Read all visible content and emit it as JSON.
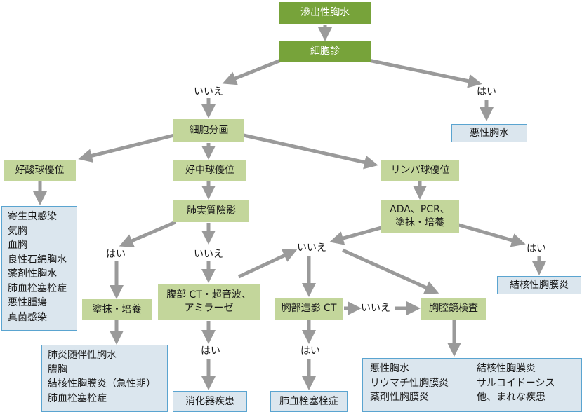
{
  "colors": {
    "dark_green": "#77a33a",
    "light_green": "#c3d69b",
    "result_fill": "#dbe6ee",
    "result_border": "#5aa4d0",
    "arrow": "#9a9a9a"
  },
  "nodes": {
    "exudate": "滲出性胸水",
    "cytology": "細胞診",
    "malignant_effusion": "悪性胸水",
    "cell_differential": "細胞分画",
    "eosinophil": "好酸球優位",
    "neutrophil": "好中球優位",
    "lymphocyte": "リンパ球優位",
    "lung_infiltrate": "肺実質陰影",
    "ada_pcr_line1": "ADA、PCR、",
    "ada_pcr_line2": "塗抹・培養",
    "smear_culture": "塗抹・培養",
    "abdominal_ct_line1": "腹部 CT・超音波、",
    "abdominal_ct_line2": "アミラーゼ",
    "chest_ct": "胸部造影 CT",
    "thoracoscopy": "胸腔鏡検査",
    "tb_pleurisy": "結核性胸膜炎",
    "digestive_disease": "消化器疾患",
    "pulmonary_embolism": "肺血栓塞栓症"
  },
  "lists": {
    "eosinophil_causes": [
      "寄生虫感染",
      "気胸",
      "血胸",
      "良性石綿胸水",
      "薬剤性胸水",
      "肺血栓塞栓症",
      "悪性腫瘍",
      "真菌感染"
    ],
    "neutrophil_causes": [
      "肺炎随伴性胸水",
      "膿胸",
      "結核性胸膜炎（急性期）",
      "肺血栓塞栓症"
    ],
    "thoracoscopy_results_col1": [
      "悪性胸水",
      "リウマチ性胸膜炎",
      "薬剤性胸膜炎"
    ],
    "thoracoscopy_results_col2": [
      "結核性胸膜炎",
      "サルコイドーシス",
      "他、まれな疾患"
    ]
  },
  "labels": {
    "no": "いいえ",
    "yes": "はい"
  }
}
